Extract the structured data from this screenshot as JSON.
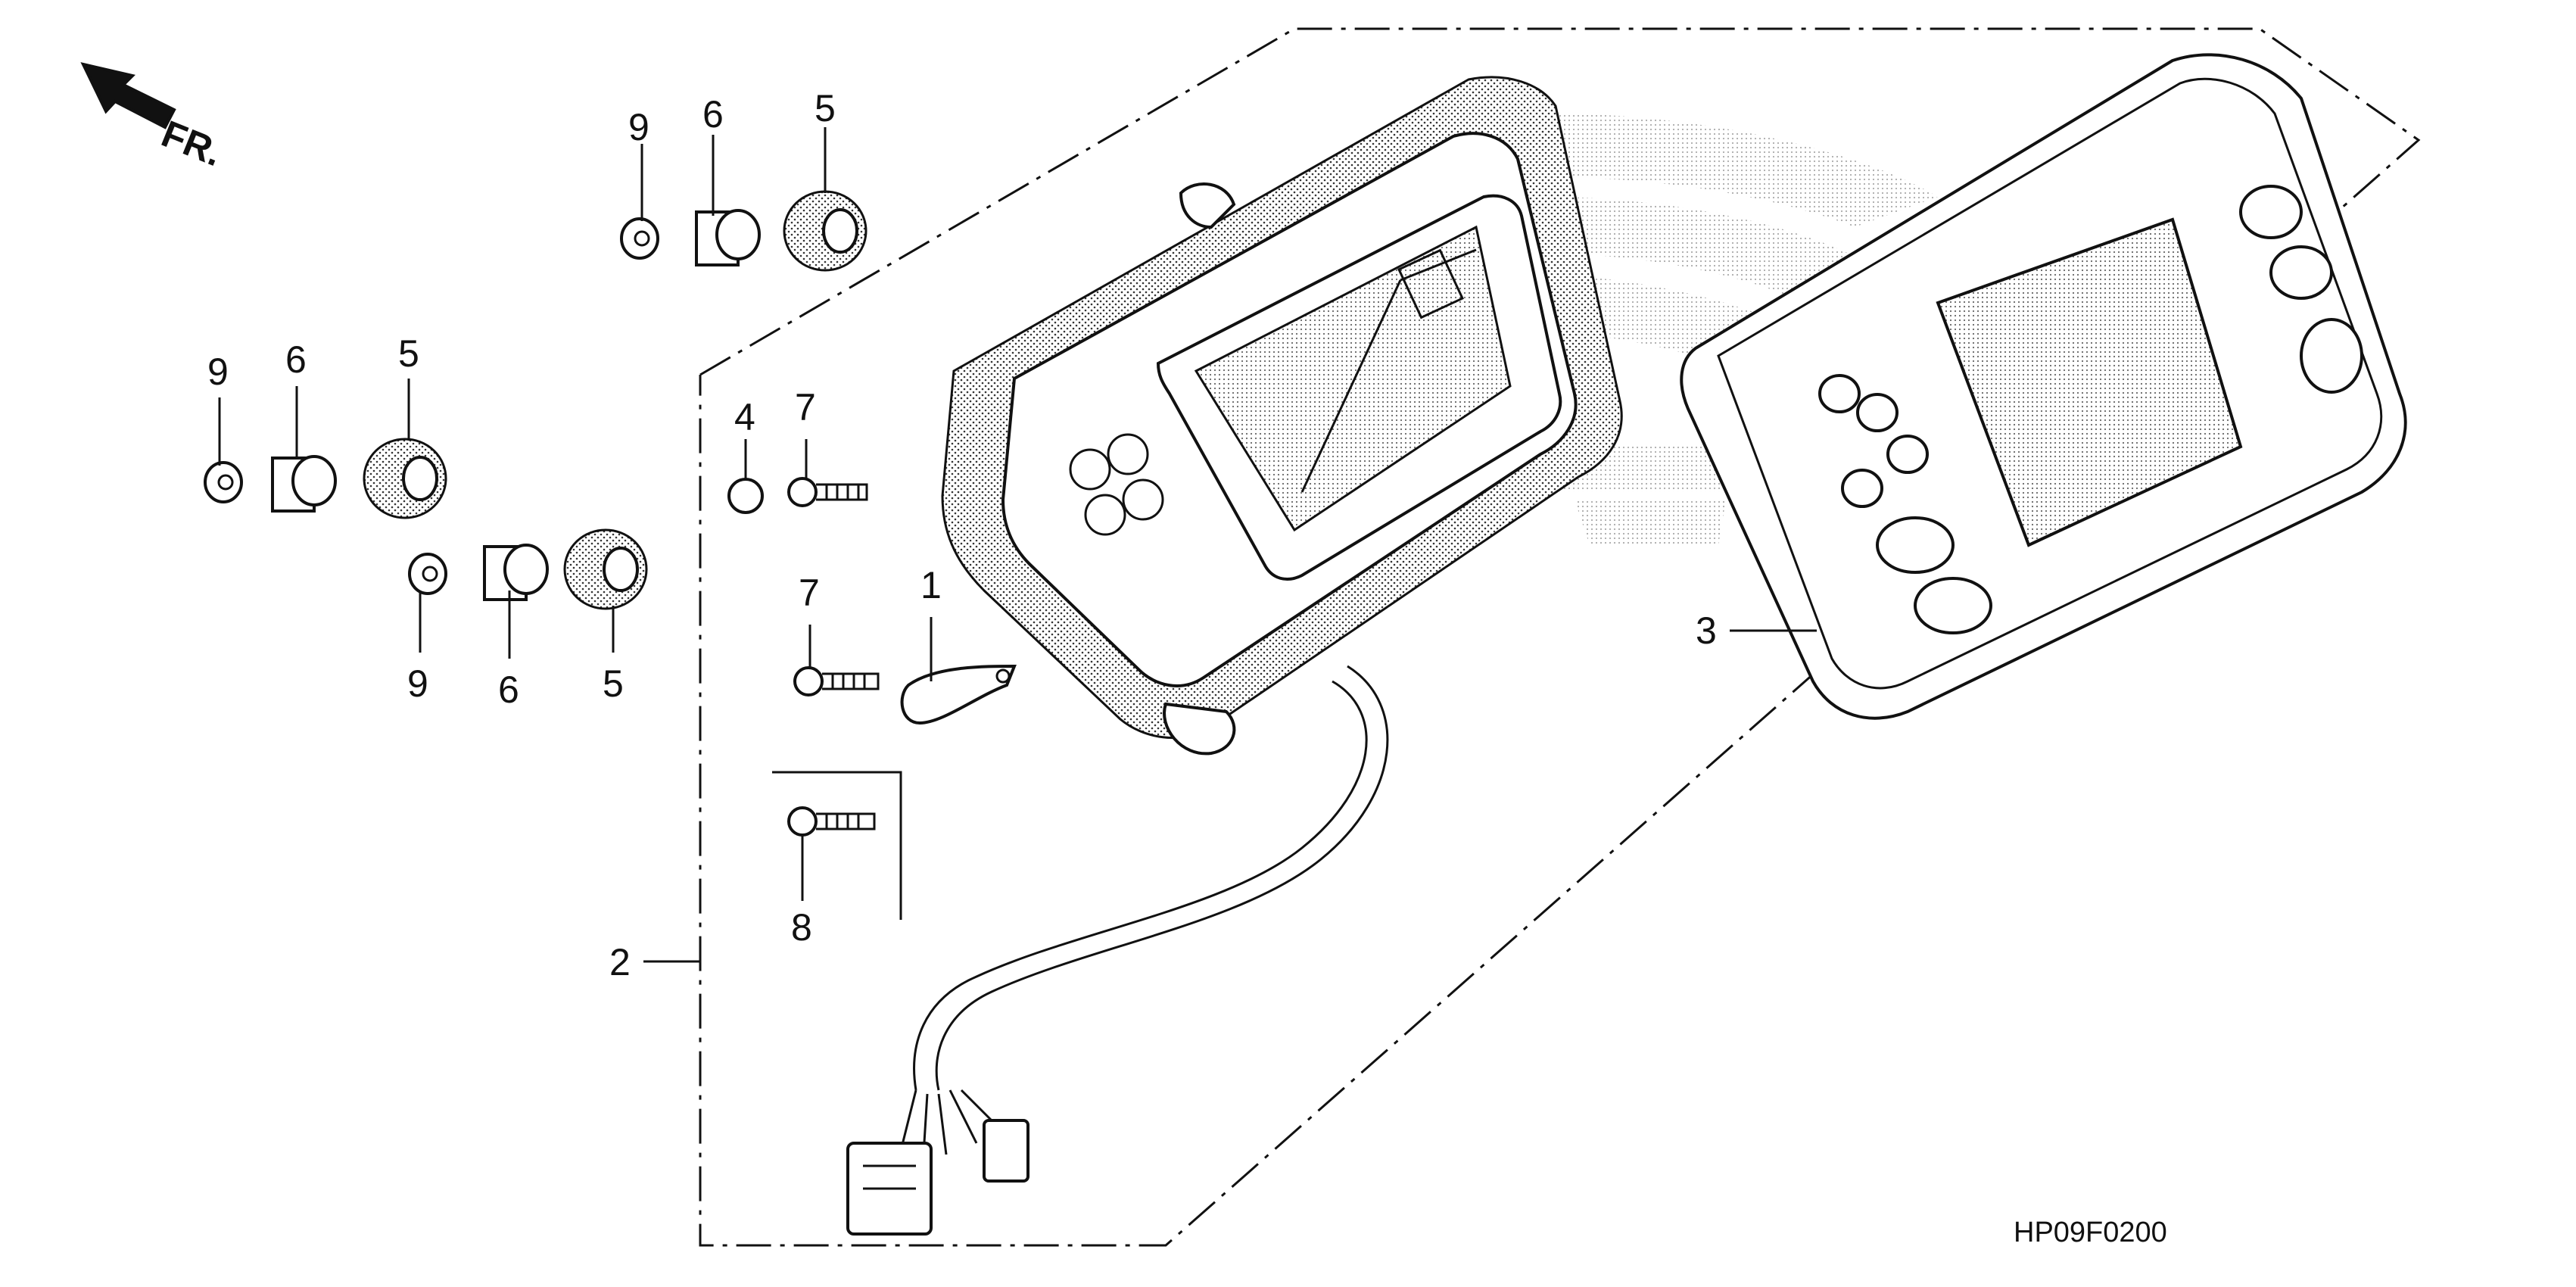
{
  "direction_arrow": {
    "label": "FR."
  },
  "callouts": {
    "c9a": "9",
    "c6a": "6",
    "c5a": "5",
    "c9b": "9",
    "c6b": "6",
    "c5b": "5",
    "c9c": "9",
    "c6c": "6",
    "c5c": "5",
    "c4": "4",
    "c7a": "7",
    "c7b": "7",
    "c1": "1",
    "c8": "8",
    "c2": "2",
    "c3": "3"
  },
  "diagram_code": "HP09F0200"
}
